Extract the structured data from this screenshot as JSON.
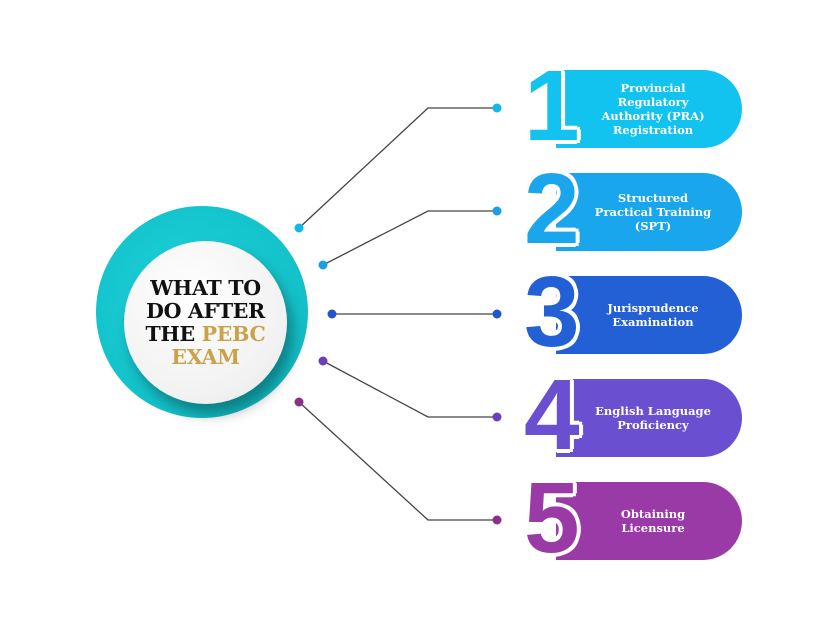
{
  "hub": {
    "line1": "WHAT TO",
    "line2": "DO AFTER",
    "line3_prefix": "THE ",
    "line3_accent": "PEBC",
    "line4": "EXAM",
    "accent_color": "#c9a24a",
    "ring_color": "#14c4cc"
  },
  "steps": [
    {
      "number": "1",
      "label": "Provincial Regulatory Authority (PRA) Registration",
      "color": "#12c3ef",
      "dot_color": "#12b8e8"
    },
    {
      "number": "2",
      "label": "Structured Practical Training (SPT)",
      "color": "#1aa6ec",
      "dot_color": "#1a9ee6"
    },
    {
      "number": "3",
      "label": "Jurisprudence Examination",
      "color": "#2360d6",
      "dot_color": "#2356c8"
    },
    {
      "number": "4",
      "label": "English Language Proficiency",
      "color": "#6a4fd0",
      "dot_color": "#6a3fb8"
    },
    {
      "number": "5",
      "label": "Obtaining Licensure",
      "color": "#9a3aa6",
      "dot_color": "#8a2f8a"
    }
  ]
}
